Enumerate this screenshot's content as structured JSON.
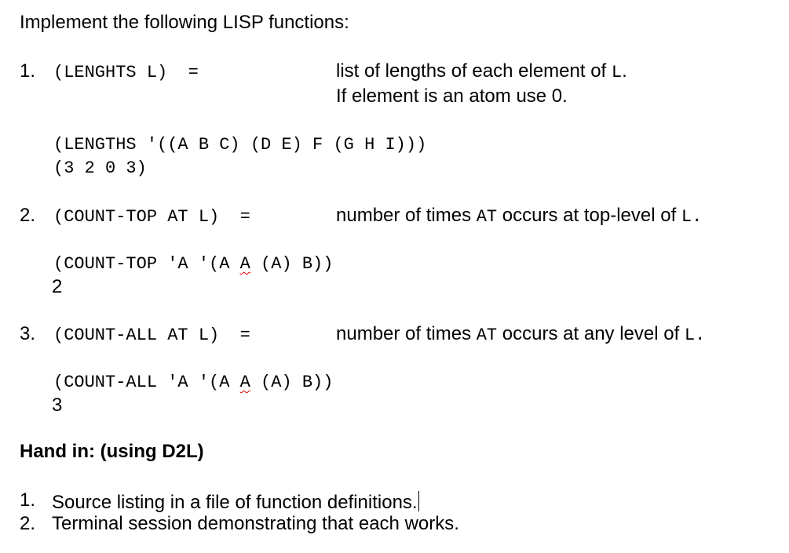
{
  "intro": "Implement the following LISP functions:",
  "items": [
    {
      "number": "1.",
      "signature": "(LENGHTS L)  =",
      "desc_line1_pre": "list of lengths of each element of ",
      "desc_line1_code": "L",
      "desc_line1_post": ".",
      "desc_line2": "If element is an atom use 0.",
      "example_call": "(LENGTHS '((A B C) (D E) F (G H I)))",
      "example_result": "(3 2 0 3)"
    },
    {
      "number": "2.",
      "signature": "(COUNT-TOP AT L)  =",
      "desc_pre": "number of times ",
      "desc_code1": "AT",
      "desc_mid": " occurs at top-level of ",
      "desc_code2": "L.",
      "example_call_pre": "(COUNT-TOP 'A '(A ",
      "example_call_flag": "A",
      "example_call_post": " (A) B))",
      "example_result": "2"
    },
    {
      "number": "3.",
      "signature": "(COUNT-ALL AT L)  =",
      "desc_pre": "number of times ",
      "desc_code1": "AT",
      "desc_mid": " occurs at any level of ",
      "desc_code2": "L.",
      "example_call_pre": "(COUNT-ALL 'A '(A ",
      "example_call_flag": "A",
      "example_call_post": " (A) B))",
      "example_result": "3"
    }
  ],
  "handin": {
    "heading": "Hand in: (using D2L)",
    "items": [
      {
        "number": "1.",
        "text": "Source listing in a file of function definitions."
      },
      {
        "number": "2.",
        "text": "Terminal session demonstrating that each works."
      }
    ]
  }
}
